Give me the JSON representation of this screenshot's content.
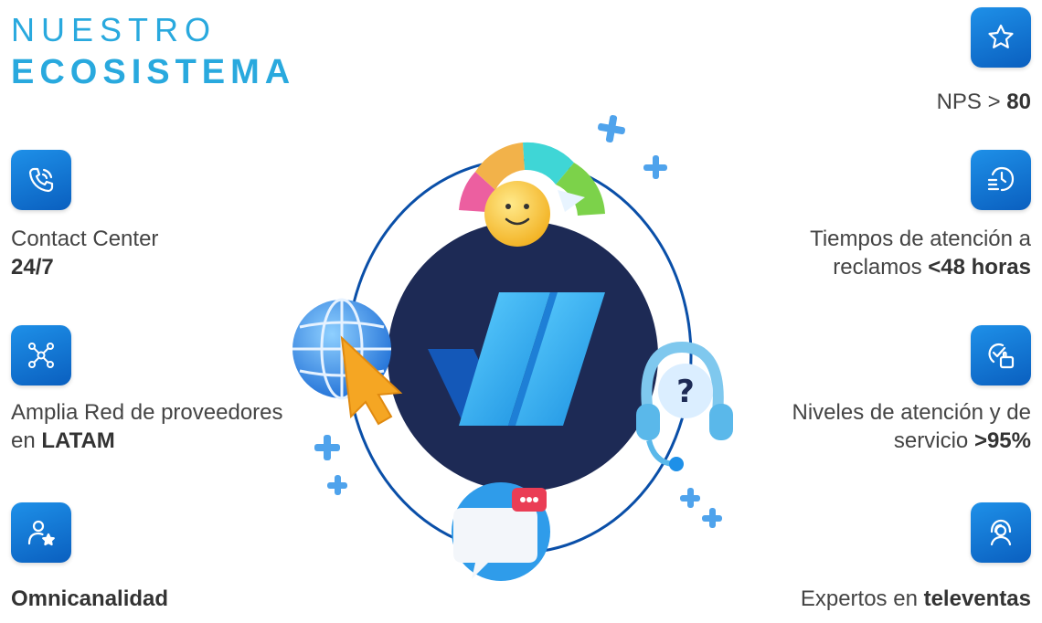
{
  "header": {
    "line1": "NUESTRO",
    "line2": "ECOSISTEMA"
  },
  "left_items": [
    {
      "icon": "phone-icon",
      "line1": "Contact Center",
      "line2": "24/7"
    },
    {
      "icon": "network-icon",
      "line1": "Amplia Red de proveedores",
      "line2_prefix": "en ",
      "line2_bold": "LATAM"
    },
    {
      "icon": "user-star-icon",
      "bold": "Omnicanalidad"
    }
  ],
  "right_items": [
    {
      "icon": "star-icon",
      "prefix": "NPS > ",
      "bold": "80"
    },
    {
      "icon": "clock-list-icon",
      "line1": "Tiempos de atención a",
      "line2_prefix": "reclamos ",
      "line2_bold": "<48 horas"
    },
    {
      "icon": "check-hand-icon",
      "line1": "Niveles de atención y de",
      "line2_prefix": "servicio ",
      "line2_bold": ">95%"
    },
    {
      "icon": "support-agent-icon",
      "prefix": "Expertos en ",
      "bold": "televentas"
    }
  ],
  "colors": {
    "accent": "#29a9de",
    "icon_bg": "#0a6fd1",
    "circle": "#1d2a55",
    "ring": "#0a4fa8"
  }
}
